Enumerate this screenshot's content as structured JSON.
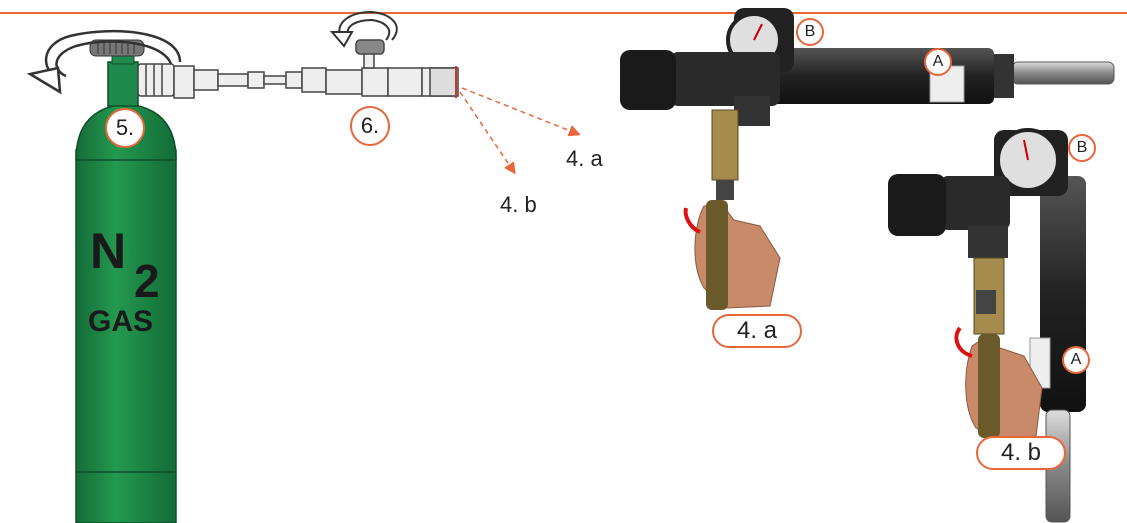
{
  "colors": {
    "accent": "#e8663a",
    "cylinder": "#1f8a4c",
    "cylinder_dark": "#136b38",
    "tool": "#2a2a2a"
  },
  "cylinder": {
    "formula_letter": "N",
    "formula_subscript": "2",
    "text": "GAS"
  },
  "steps": {
    "step5": "5.",
    "step6": "6.",
    "label_4a": "4. a",
    "label_4b": "4. b",
    "badge_4a": "4. a",
    "badge_4b": "4. b"
  },
  "markers": {
    "a_top": "A",
    "b_top": "B",
    "a_bottom": "A",
    "b_bottom": "B"
  }
}
